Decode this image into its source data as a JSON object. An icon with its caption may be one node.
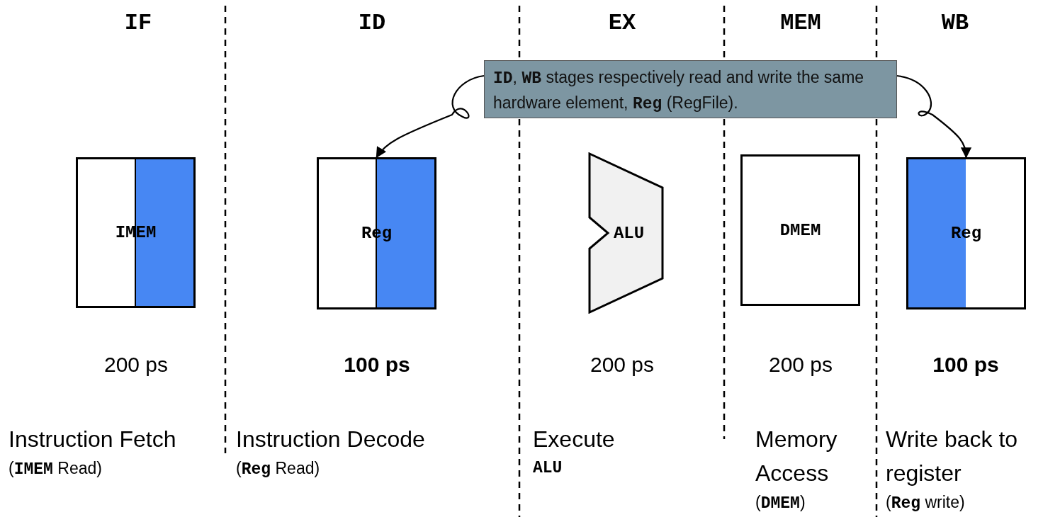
{
  "diagram": {
    "nodes": [
      {
        "text": [
          "**ID**, **WB** stages respectively read and write the same hardware element, **Reg** (RegFile)."
        ]
      },
      {
        "text": [
          "IMEM"
        ],
        "beside": [
          "200 ps",
          "Instruction Fetch",
          "(**IMEM** Read)"
        ]
      },
      {
        "text": [
          "Reg"
        ],
        "beside": [
          "100 ps",
          "Instruction Decode",
          "(**Reg** Read)"
        ]
      },
      {
        "text": [
          "ALU"
        ],
        "beside": [
          "200 ps",
          "Execute",
          "ALU"
        ]
      },
      {
        "text": [
          "DMEM"
        ],
        "beside": [
          "200 ps",
          "Memory Access",
          "(**DMEM**)"
        ]
      },
      {
        "text": [
          "Reg"
        ],
        "beside": [
          "100 ps",
          "Write back to register",
          "(**Reg** write)"
        ]
      }
    ],
    "edges": [
      {
        "from": 0,
        "to": 2,
        "arrow": "to"
      },
      {
        "from": 0,
        "to": 5,
        "arrow": "to"
      }
    ],
    "labels": [
      "IF",
      "ID",
      "EX",
      "MEM",
      "WB"
    ]
  }
}
